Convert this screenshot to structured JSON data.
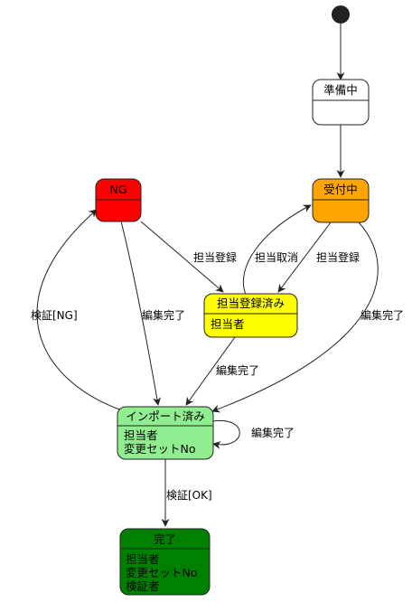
{
  "states": {
    "prep": {
      "title": "準備中",
      "fill": "#ffffff",
      "body": []
    },
    "ng": {
      "title": "NG",
      "fill": "#ff0000",
      "body": []
    },
    "uketsuke": {
      "title": "受付中",
      "fill": "#ffa500",
      "body": []
    },
    "tantou": {
      "title": "担当登録済み",
      "fill": "#ffff00",
      "body": [
        "担当者"
      ]
    },
    "import": {
      "title": "インポート済み",
      "fill": "#90ee90",
      "body": [
        "担当者",
        "変更セットNo"
      ]
    },
    "kanryo": {
      "title": "完了",
      "fill": "#008000",
      "body": [
        "担当者",
        "変更セットNo",
        "検証者"
      ]
    }
  },
  "transitions": {
    "ng_to_tantou": "担当登録",
    "tantou_to_uketsuke": "担当取消",
    "uketsuke_to_tantou": "担当登録",
    "uketsuke_to_import": "編集完了",
    "ng_to_import": "編集完了",
    "tantou_to_import": "編集完了",
    "import_to_ng": "検証[NG]",
    "import_self": "編集完了",
    "import_to_kanryo": "検証[OK]"
  },
  "colors": {
    "stroke": "#222222",
    "initial": "#222222"
  }
}
